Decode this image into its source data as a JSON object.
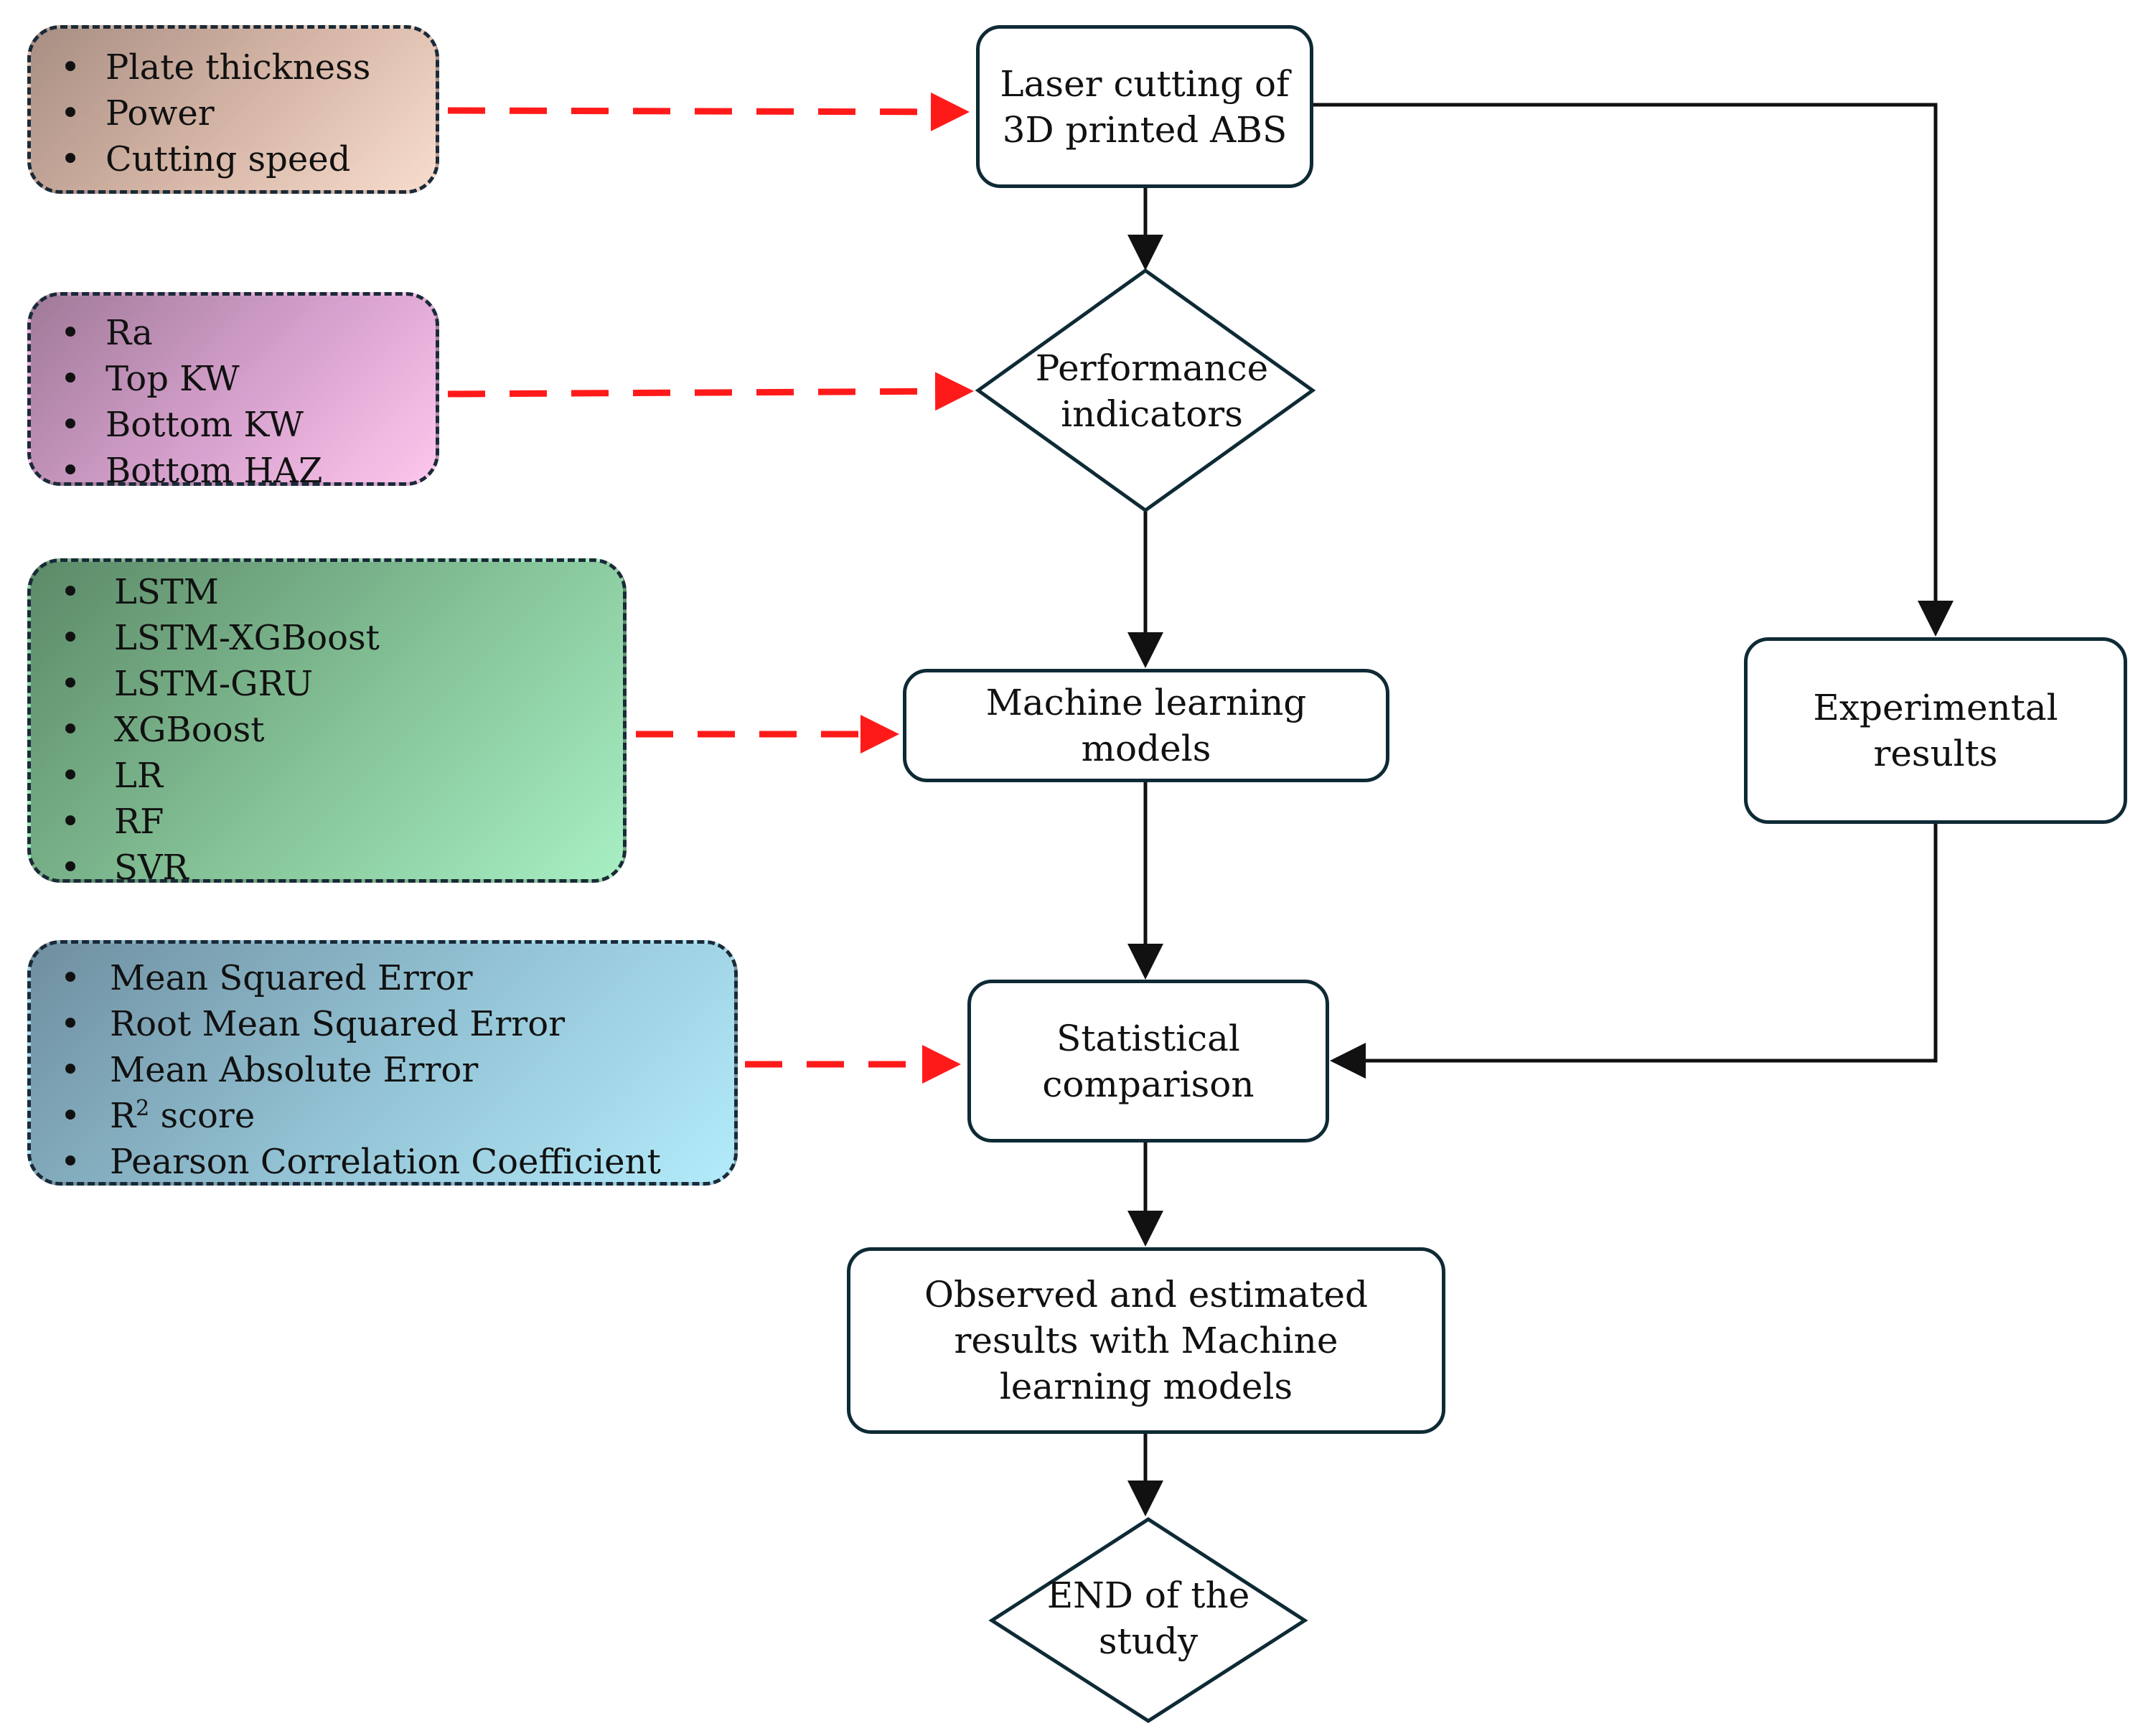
{
  "inputs": {
    "process_params": [
      "Plate thickness",
      "Power",
      "Cutting speed"
    ],
    "performance_indicators": [
      "Ra",
      "Top KW",
      "Bottom KW",
      "Bottom HAZ"
    ],
    "ml_models": [
      "LSTM",
      "LSTM-XGBoost",
      "LSTM-GRU",
      "XGBoost",
      "LR",
      "RF",
      "SVR"
    ],
    "metrics": {
      "mse": "Mean Squared Error",
      "rmse": "Root Mean Squared Error",
      "mae": "Mean Absolute Error",
      "r2_base": "R",
      "r2_sup": "2",
      "r2_rest": " score",
      "pcc": "Pearson Correlation Coefficient"
    }
  },
  "nodes": {
    "laser_cutting": "Laser cutting of\n3D printed ABS",
    "performance": "Performance\nindicators",
    "ml_models": "Machine learning\nmodels",
    "experimental": "Experimental\nresults",
    "statistical": "Statistical\ncomparison",
    "observed": "Observed and estimated\nresults with Machine\nlearning models",
    "end": "END of the\nstudy"
  },
  "bullet": "•",
  "colors": {
    "node_border": "#0e2a35",
    "arrow_solid": "#111111",
    "arrow_dashed": "#ff1a1a",
    "process_box": "#d8b8a8",
    "indicators_box": "#e0a8d6",
    "models_box": "#8fcfa2",
    "metrics_box": "#a2d6e8"
  }
}
